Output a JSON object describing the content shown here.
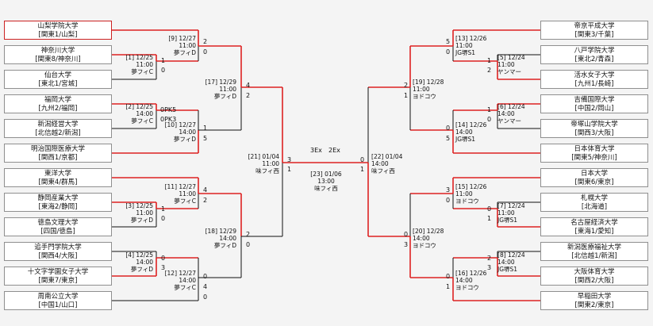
{
  "left_teams": [
    {
      "name": "山梨学院大学",
      "region": "[関東1/山梨]",
      "winner": true
    },
    {
      "name": "神奈川大学",
      "region": "[関東8/神奈川]"
    },
    {
      "name": "仙台大学",
      "region": "[東北1/宮城]"
    },
    {
      "name": "福岡大学",
      "region": "[九州2/福岡]"
    },
    {
      "name": "新潟経営大学",
      "region": "[北信越2/新潟]"
    },
    {
      "name": "明治国際医療大学",
      "region": "[関西1/京都]"
    },
    {
      "name": "東洋大学",
      "region": "[関東4/群馬]"
    },
    {
      "name": "静岡産業大学",
      "region": "[東海2/静岡]"
    },
    {
      "name": "徳島文理大学",
      "region": "[四国/徳島]"
    },
    {
      "name": "追手門学院大学",
      "region": "[関西4/大阪]"
    },
    {
      "name": "十文字学園女子大学",
      "region": "[関東7/東京]"
    },
    {
      "name": "周南公立大学",
      "region": "[中国1/山口]"
    }
  ],
  "right_teams": [
    {
      "name": "帝京平成大学",
      "region": "[関東3/千葉]"
    },
    {
      "name": "八戸学院大学",
      "region": "[東北2/青森]"
    },
    {
      "name": "活水女子大学",
      "region": "[九州1/長崎]"
    },
    {
      "name": "吉備国際大学",
      "region": "[中国2/岡山]"
    },
    {
      "name": "帝塚山学院大学",
      "region": "[関西3/大阪]"
    },
    {
      "name": "日本体育大学",
      "region": "[関東5/神奈川]"
    },
    {
      "name": "日本大学",
      "region": "[関東6/東京]"
    },
    {
      "name": "札幌大学",
      "region": "[北海道]"
    },
    {
      "name": "名古屋経済大学",
      "region": "[東海1/愛知]"
    },
    {
      "name": "新潟医療福祉大学",
      "region": "[北信越1/新潟]"
    },
    {
      "name": "大阪体育大学",
      "region": "[関西2/大阪]"
    },
    {
      "name": "早稲田大学",
      "region": "[関東2/東京]"
    }
  ],
  "matches": [
    {
      "id": "1",
      "date": "12/25",
      "time": "11:00",
      "venue": "夢フィC"
    },
    {
      "id": "2",
      "date": "12/25",
      "time": "14:00",
      "venue": "夢フィC"
    },
    {
      "id": "3",
      "date": "12/25",
      "time": "11:00",
      "venue": "夢フィD"
    },
    {
      "id": "4",
      "date": "12/25",
      "time": "14:00",
      "venue": "夢フィD"
    },
    {
      "id": "5",
      "date": "12/24",
      "time": "11:00",
      "venue": "ヤンマー"
    },
    {
      "id": "6",
      "date": "12/24",
      "time": "14:00",
      "venue": "ヤンマー"
    },
    {
      "id": "7",
      "date": "12/24",
      "time": "11:00",
      "venue": "JG堺S1"
    },
    {
      "id": "8",
      "date": "12/24",
      "time": "14:00",
      "venue": "JG堺S1"
    },
    {
      "id": "9",
      "date": "12/27",
      "time": "11:00",
      "venue": "夢フィD"
    },
    {
      "id": "10",
      "date": "12/27",
      "time": "14:00",
      "venue": "夢フィD"
    },
    {
      "id": "11",
      "date": "12/27",
      "time": "11:00",
      "venue": "夢フィC"
    },
    {
      "id": "12",
      "date": "12/27",
      "time": "14:00",
      "venue": "夢フィC"
    },
    {
      "id": "13",
      "date": "12/26",
      "time": "11:00",
      "venue": "JG堺S1"
    },
    {
      "id": "14",
      "date": "12/26",
      "time": "14:00",
      "venue": "JG堺S1"
    },
    {
      "id": "15",
      "date": "12/26",
      "time": "11:00",
      "venue": "ヨドコウ"
    },
    {
      "id": "16",
      "date": "12/26",
      "time": "14:00",
      "venue": "ヨドコウ"
    },
    {
      "id": "17",
      "date": "12/29",
      "time": "11:00",
      "venue": "夢フィD"
    },
    {
      "id": "18",
      "date": "12/29",
      "time": "14:00",
      "venue": "夢フィD"
    },
    {
      "id": "19",
      "date": "12/28",
      "time": "11:00",
      "venue": "ヨドコウ"
    },
    {
      "id": "20",
      "date": "12/28",
      "time": "14:00",
      "venue": "ヨドコウ"
    },
    {
      "id": "21",
      "date": "01/04",
      "time": "11:00",
      "venue": "味フィ西"
    },
    {
      "id": "22",
      "date": "01/04",
      "time": "14:00",
      "venue": "味フィ西"
    },
    {
      "id": "23",
      "date": "01/06",
      "time": "13:00",
      "venue": "味フィ西"
    }
  ],
  "scores": [
    {
      "key": "m1_top",
      "value": "1"
    },
    {
      "key": "m1_bot",
      "value": "0"
    },
    {
      "key": "m2_top",
      "value": "0PK5"
    },
    {
      "key": "m2_bot",
      "value": "0PK3"
    },
    {
      "key": "m3_top",
      "value": "1"
    },
    {
      "key": "m3_bot",
      "value": "0"
    },
    {
      "key": "m4_top",
      "value": "0"
    },
    {
      "key": "m4_bot",
      "value": "3"
    },
    {
      "key": "m5_top",
      "value": "1"
    },
    {
      "key": "m5_bot",
      "value": "2"
    },
    {
      "key": "m6_top",
      "value": "1"
    },
    {
      "key": "m6_bot",
      "value": "0"
    },
    {
      "key": "m7_top",
      "value": "0"
    },
    {
      "key": "m7_bot",
      "value": "1"
    },
    {
      "key": "m8_top",
      "value": "2"
    },
    {
      "key": "m8_bot",
      "value": "3"
    },
    {
      "key": "m9_top",
      "value": "2"
    },
    {
      "key": "m9_bot",
      "value": "0"
    },
    {
      "key": "m10_top",
      "value": "1"
    },
    {
      "key": "m10_bot",
      "value": "5"
    },
    {
      "key": "m11_top",
      "value": "4"
    },
    {
      "key": "m11_bot",
      "value": "2"
    },
    {
      "key": "m12_top",
      "value": "0"
    },
    {
      "key": "m12_bot",
      "value": "4"
    },
    {
      "key": "m12_low",
      "value": "0"
    },
    {
      "key": "m13_top",
      "value": "5"
    },
    {
      "key": "m13_bot",
      "value": "0"
    },
    {
      "key": "m14_top",
      "value": "0"
    },
    {
      "key": "m14_bot",
      "value": "5"
    },
    {
      "key": "m15_top",
      "value": "3"
    },
    {
      "key": "m15_bot",
      "value": "0"
    },
    {
      "key": "m16_top",
      "value": "0"
    },
    {
      "key": "m16_bot",
      "value": "1"
    },
    {
      "key": "m17_top",
      "value": "4"
    },
    {
      "key": "m17_bot",
      "value": "2"
    },
    {
      "key": "m18_top",
      "value": "2"
    },
    {
      "key": "m18_bot",
      "value": "0"
    },
    {
      "key": "m19_top",
      "value": "2"
    },
    {
      "key": "m19_bot",
      "value": "1"
    },
    {
      "key": "m20_top",
      "value": "0"
    },
    {
      "key": "m20_bot",
      "value": "3"
    },
    {
      "key": "m21_top",
      "value": "3"
    },
    {
      "key": "m21_bot",
      "value": "1"
    },
    {
      "key": "m22_top",
      "value": "0"
    },
    {
      "key": "m22_bot",
      "value": "1"
    },
    {
      "key": "m23_l",
      "value": "3Ex"
    },
    {
      "key": "m23_r",
      "value": "2Ex"
    }
  ],
  "colors": {
    "winner_line": "#dd2222",
    "line": "#111111",
    "winner_border": "#cc2222"
  }
}
